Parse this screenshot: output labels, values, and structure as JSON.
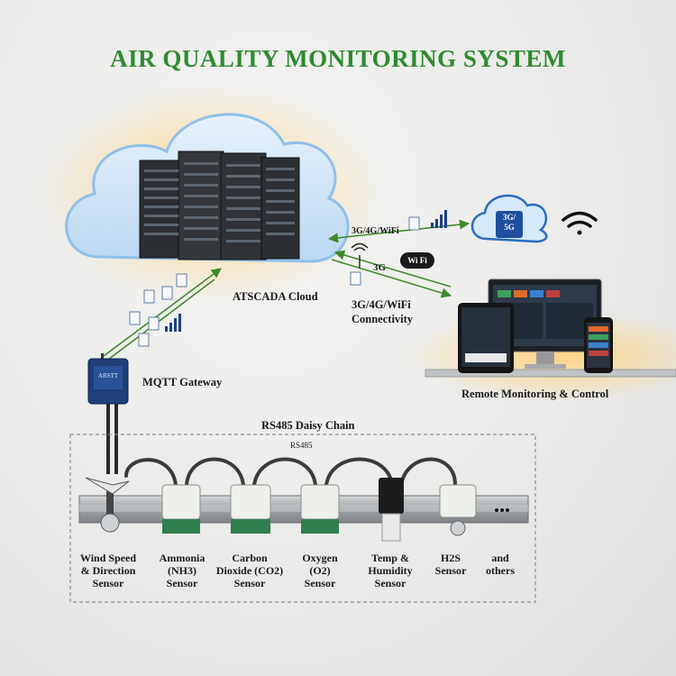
{
  "title": "AIR QUALITY MONITORING SYSTEM",
  "cloud": {
    "label": "ATSCADA Cloud"
  },
  "connectivity": {
    "link_top": "3G/4G/WiFi",
    "link_mid": "3G",
    "wifi_badge": "Wi Fi",
    "label_line1": "3G/4G/WiFi",
    "label_line2": "Connectivity",
    "cloud_chip": "3G/\n5G"
  },
  "gateway": {
    "label": "MQTT Gateway",
    "brand": "ARSTT"
  },
  "remote": {
    "label": "Remote Monitoring & Control"
  },
  "bus": {
    "label": "RS485 Daisy Chain",
    "cable_label": "RS485"
  },
  "sensors": [
    {
      "name": "wind",
      "label": "Wind Speed\n& Direction\nSensor"
    },
    {
      "name": "ammonia",
      "label": "Ammonia\n(NH3)\nSensor"
    },
    {
      "name": "co2",
      "label": "Carbon\nDioxide (CO2)\nSensor"
    },
    {
      "name": "oxygen",
      "label": "Oxygen\n(O2)\nSensor"
    },
    {
      "name": "temp-humidity",
      "label": "Temp &\nHumidity\nSensor"
    },
    {
      "name": "h2s",
      "label": "H2S\nSensor"
    },
    {
      "name": "others",
      "label": "and\nothers"
    }
  ],
  "colors": {
    "title": "#2e8b2e",
    "arrow": "#3f8a2a",
    "cloud": "#cfe4f6",
    "cloud_edge": "#8fc0ea",
    "server": "#2b2f33",
    "sensor_body": "#eef0ec",
    "sensor_base": "#2f7f4e"
  }
}
